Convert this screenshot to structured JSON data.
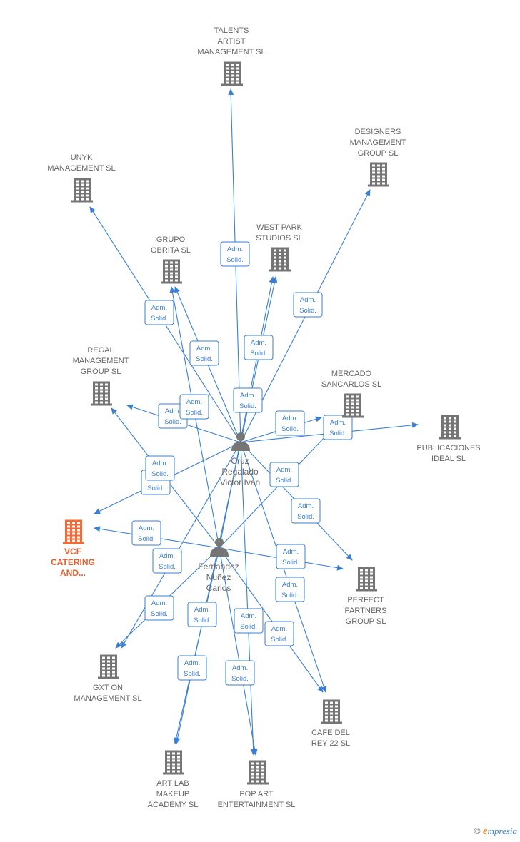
{
  "colors": {
    "edge": "#3a7fd5",
    "building": "#757575",
    "focus": "#f26a38",
    "person": "#757575",
    "label": "#666666"
  },
  "persons": [
    {
      "id": "cruz",
      "lines": [
        "Cruz",
        "Regalado",
        "Victor Ivan"
      ],
      "icon": "person-icon"
    },
    {
      "id": "fernandez",
      "lines": [
        "Fernandez",
        "Nuñez",
        "Carlos"
      ],
      "icon": "person-icon"
    }
  ],
  "companies": [
    {
      "id": "talents",
      "lines": [
        "TALENTS",
        "ARTIST",
        "MANAGEMENT SL"
      ],
      "icon": "building-icon"
    },
    {
      "id": "designers",
      "lines": [
        "DESIGNERS",
        "MANAGEMENT",
        "GROUP SL"
      ],
      "icon": "building-icon"
    },
    {
      "id": "unyk",
      "lines": [
        "UNYK",
        "MANAGEMENT SL"
      ],
      "icon": "building-icon"
    },
    {
      "id": "westpark",
      "lines": [
        "WEST PARK",
        "STUDIOS SL"
      ],
      "icon": "building-icon"
    },
    {
      "id": "obrita",
      "lines": [
        "GRUPO",
        "OBRITA SL"
      ],
      "icon": "building-icon"
    },
    {
      "id": "regal",
      "lines": [
        "REGAL",
        "MANAGEMENT",
        "GROUP  SL"
      ],
      "icon": "building-icon"
    },
    {
      "id": "mercado",
      "lines": [
        "MERCADO",
        "SANCARLOS  SL"
      ],
      "icon": "building-icon"
    },
    {
      "id": "publicaciones",
      "lines": [
        "PUBLICACIONES",
        "IDEAL SL"
      ],
      "icon": "building-icon"
    },
    {
      "id": "vcf",
      "lines": [
        "VCF",
        "CATERING",
        "AND..."
      ],
      "icon": "building-icon",
      "focus": true
    },
    {
      "id": "perfect",
      "lines": [
        "PERFECT",
        "PARTNERS",
        "GROUP  SL"
      ],
      "icon": "building-icon"
    },
    {
      "id": "gxt",
      "lines": [
        "GXT ON",
        "MANAGEMENT SL"
      ],
      "icon": "building-icon"
    },
    {
      "id": "cafe",
      "lines": [
        "CAFE DEL",
        "REY 22 SL"
      ],
      "icon": "building-icon"
    },
    {
      "id": "artlab",
      "lines": [
        "ART LAB",
        "MAKEUP",
        "ACADEMY SL"
      ],
      "icon": "building-icon"
    },
    {
      "id": "popart",
      "lines": [
        "POP ART",
        "ENTERTAINMENT SL"
      ],
      "icon": "building-icon"
    }
  ],
  "relation_label": [
    "Adm.",
    "Solid."
  ],
  "edges": [
    {
      "from": "cruz",
      "to": "talents"
    },
    {
      "from": "cruz",
      "to": "designers"
    },
    {
      "from": "cruz",
      "to": "unyk"
    },
    {
      "from": "cruz",
      "to": "westpark"
    },
    {
      "from": "cruz",
      "to": "obrita"
    },
    {
      "from": "cruz",
      "to": "regal"
    },
    {
      "from": "cruz",
      "to": "mercado"
    },
    {
      "from": "cruz",
      "to": "publicaciones"
    },
    {
      "from": "cruz",
      "to": "vcf"
    },
    {
      "from": "cruz",
      "to": "perfect"
    },
    {
      "from": "cruz",
      "to": "gxt"
    },
    {
      "from": "cruz",
      "to": "cafe"
    },
    {
      "from": "cruz",
      "to": "artlab"
    },
    {
      "from": "cruz",
      "to": "popart"
    },
    {
      "from": "fernandez",
      "to": "westpark"
    },
    {
      "from": "fernandez",
      "to": "obrita"
    },
    {
      "from": "fernandez",
      "to": "regal"
    },
    {
      "from": "fernandez",
      "to": "mercado"
    },
    {
      "from": "fernandez",
      "to": "vcf"
    },
    {
      "from": "fernandez",
      "to": "perfect"
    },
    {
      "from": "fernandez",
      "to": "gxt"
    },
    {
      "from": "fernandez",
      "to": "cafe"
    },
    {
      "from": "fernandez",
      "to": "artlab"
    },
    {
      "from": "fernandez",
      "to": "popart"
    }
  ],
  "watermark": {
    "copyright": "©",
    "brand_initial": "e",
    "brand_rest": "mpresia"
  }
}
